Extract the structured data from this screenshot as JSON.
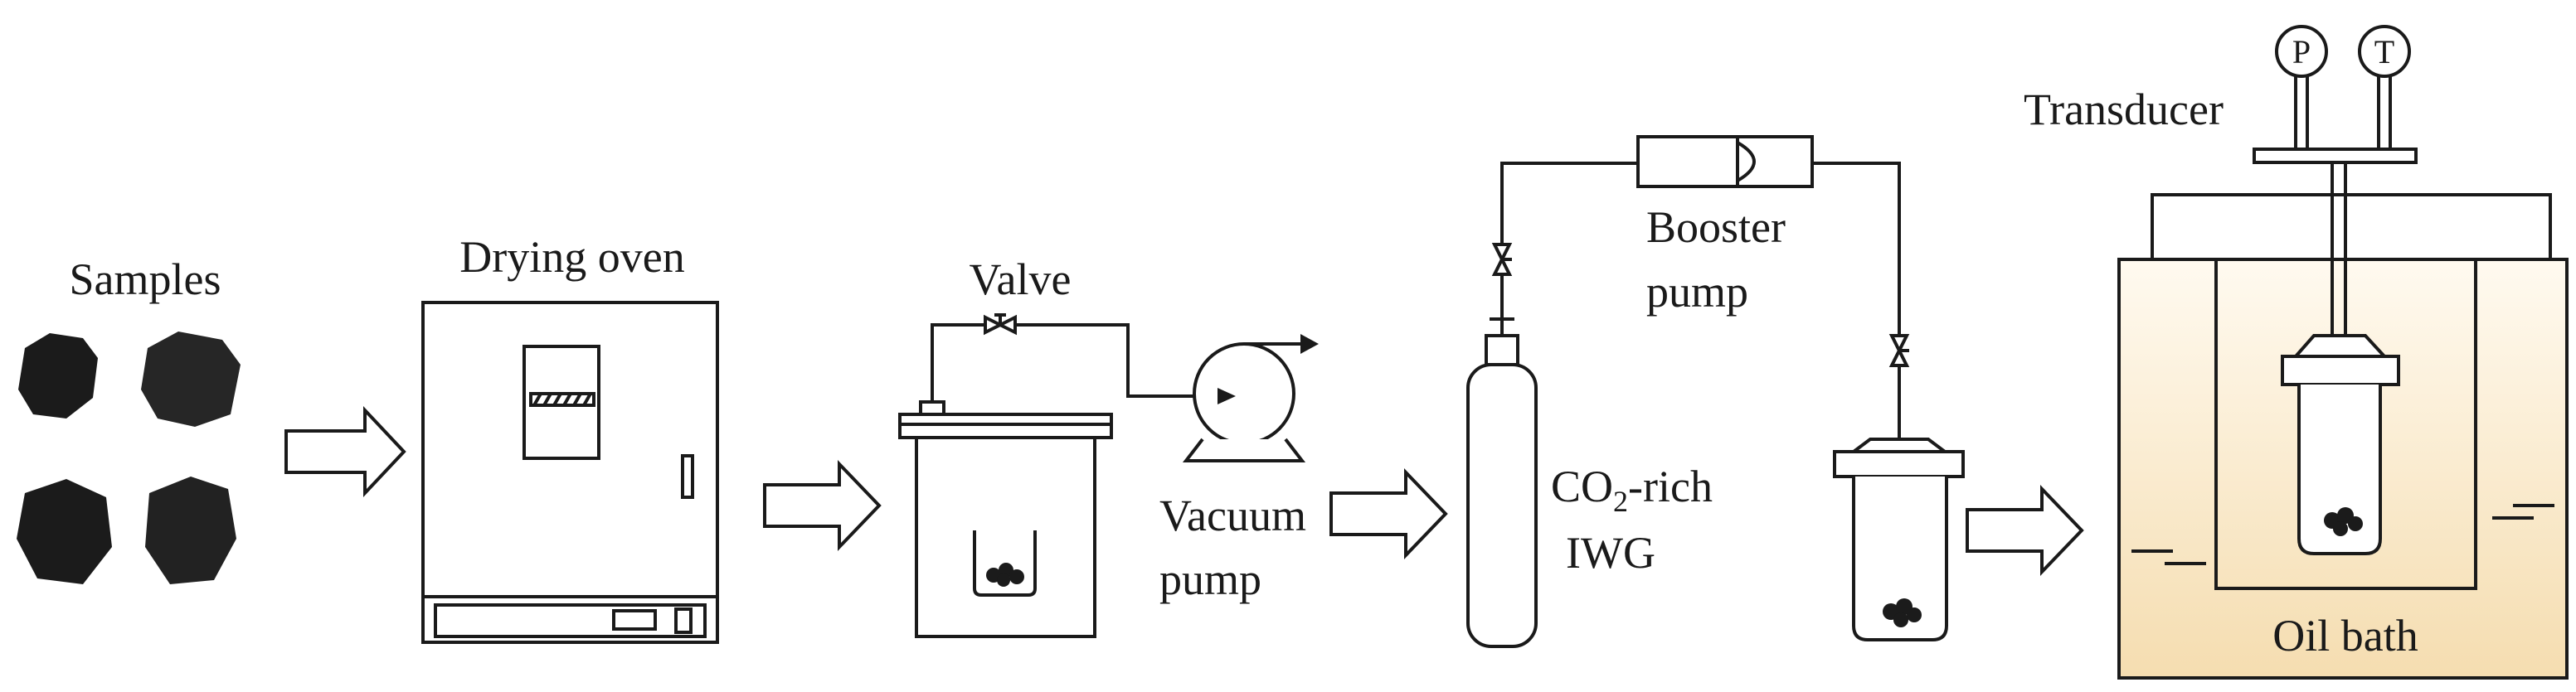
{
  "labels": {
    "samples": "Samples",
    "drying_oven": "Drying oven",
    "valve": "Valve",
    "vacuum": "Vacuum",
    "pump": "pump",
    "co2": "CO",
    "co2_sub": "2",
    "co2_rest": "-rich",
    "iwg": "IWG",
    "booster": "Booster",
    "booster_pump": "pump",
    "transducer": "Transducer",
    "gauge_p": "P",
    "gauge_t": "T",
    "oil_bath": "Oil bath"
  },
  "colors": {
    "line": "#1a1a1a",
    "sample": "#1b1b1b",
    "oil_bath_top": "#fffaf0",
    "oil_bath_bottom": "#f5ddb0"
  },
  "icons": [
    "process-arrow-icon",
    "valve-icon",
    "vacuum-pump-icon",
    "gas-cylinder-icon",
    "booster-pump-icon",
    "pressure-gauge-icon",
    "temperature-gauge-icon"
  ]
}
